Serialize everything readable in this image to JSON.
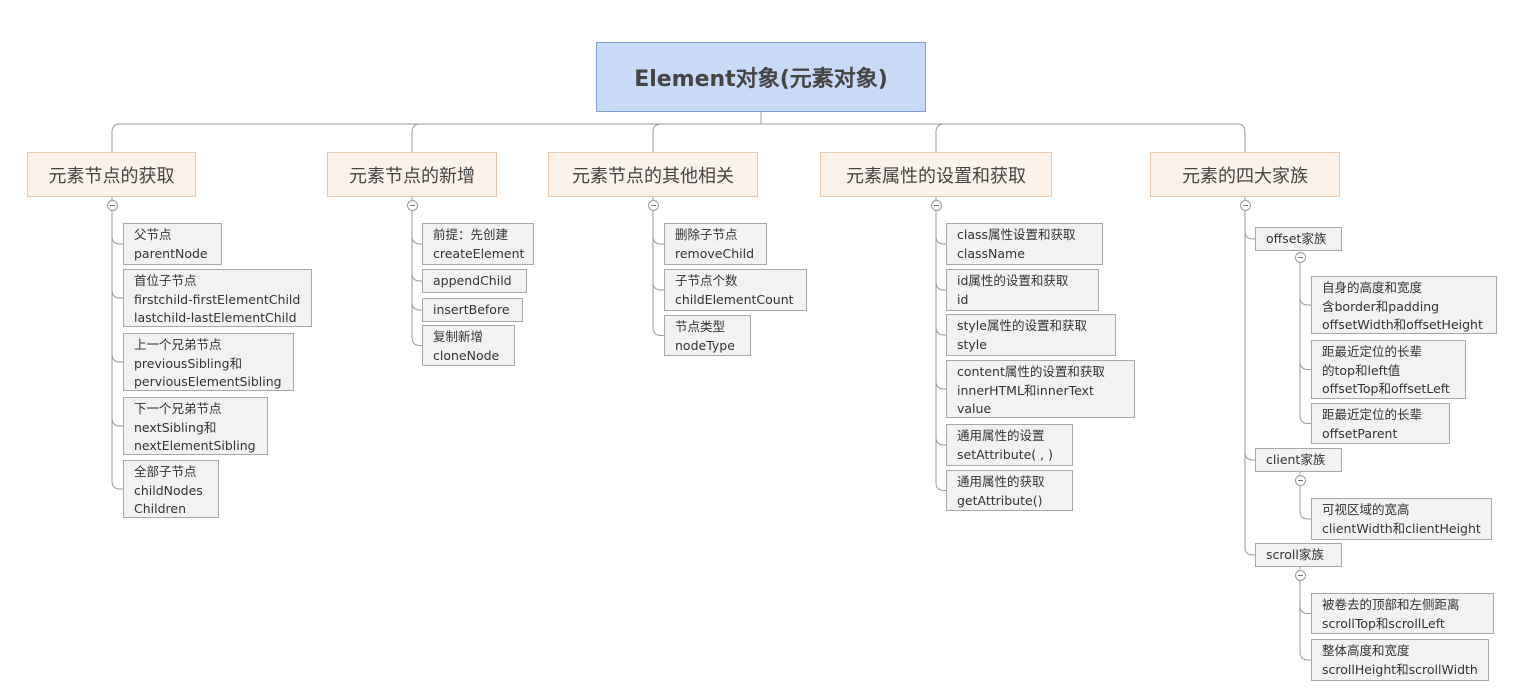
{
  "root": "Element对象(元素对象)",
  "branches": [
    {
      "label": "元素节点的获取",
      "items": [
        [
          "父节点",
          "parentNode"
        ],
        [
          "首位子节点",
          "firstchild-firstElementChild",
          "lastchild-lastElementChild"
        ],
        [
          "上一个兄弟节点",
          "previousSibling和",
          "perviousElementSibling"
        ],
        [
          "下一个兄弟节点",
          "nextSibling和",
          "nextElementSibling"
        ],
        [
          "全部子节点",
          "childNodes",
          "Children"
        ]
      ]
    },
    {
      "label": "元素节点的新增",
      "items": [
        [
          "前提：先创建",
          "createElement"
        ],
        [
          "appendChild"
        ],
        [
          "insertBefore"
        ],
        [
          "复制新增",
          "cloneNode"
        ]
      ]
    },
    {
      "label": "元素节点的其他相关",
      "items": [
        [
          "删除子节点",
          "removeChild"
        ],
        [
          "子节点个数",
          "childElementCount"
        ],
        [
          "节点类型",
          "nodeType"
        ]
      ]
    },
    {
      "label": "元素属性的设置和获取",
      "items": [
        [
          "class属性设置和获取",
          "className"
        ],
        [
          "id属性的设置和获取",
          "id"
        ],
        [
          "style属性的设置和获取",
          "style"
        ],
        [
          "content属性的设置和获取",
          "innerHTML和innerText",
          "value"
        ],
        [
          "通用属性的设置",
          "setAttribute( , )"
        ],
        [
          "通用属性的获取",
          "getAttribute()"
        ]
      ]
    },
    {
      "label": "元素的四大家族",
      "families": [
        {
          "label": "offset家族",
          "items": [
            [
              "自身的高度和宽度",
              "含border和padding",
              "offsetWidth和offsetHeight"
            ],
            [
              "距最近定位的长辈",
              "的top和left值",
              "offsetTop和offsetLeft"
            ],
            [
              "距最近定位的长辈",
              "offsetParent"
            ]
          ]
        },
        {
          "label": "client家族",
          "items": [
            [
              "可视区域的宽高",
              "clientWidth和clientHeight"
            ]
          ]
        },
        {
          "label": "scroll家族",
          "items": [
            [
              "被卷去的顶部和左侧距离",
              "scrollTop和scrollLeft"
            ],
            [
              "整体高度和宽度",
              "scrollHeight和scrollWidth"
            ]
          ]
        }
      ]
    }
  ]
}
